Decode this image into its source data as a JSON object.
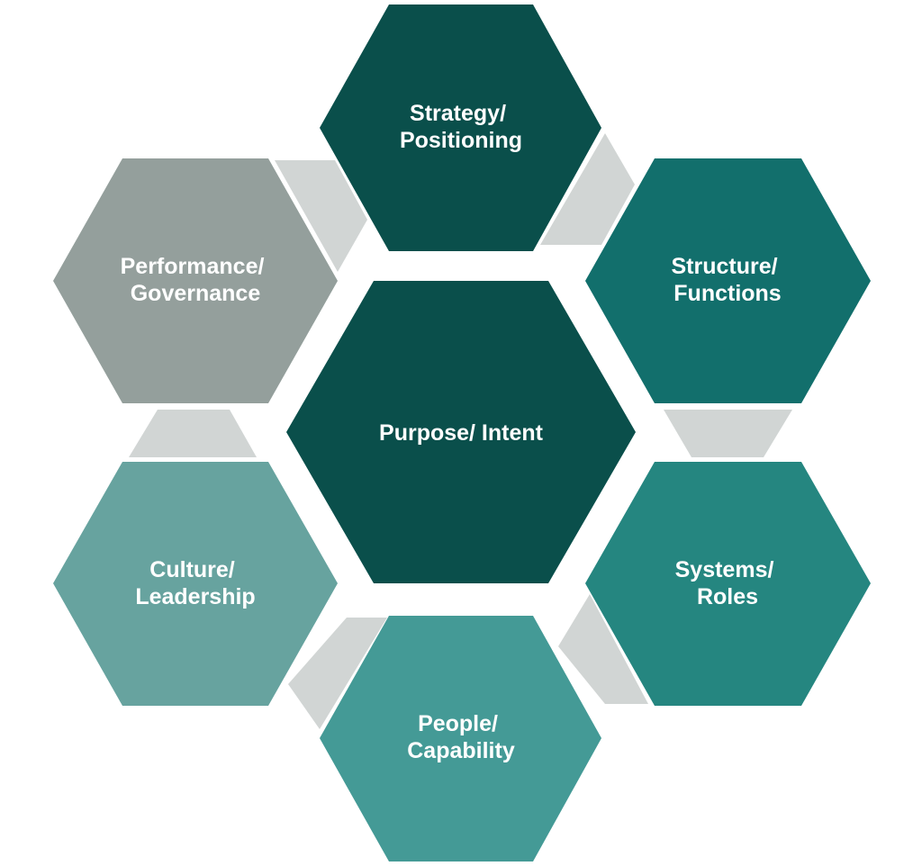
{
  "center": {
    "lines": [
      "Purpose/ Intent"
    ],
    "color": "#0a4f4b"
  },
  "nodes": [
    {
      "id": "strategy",
      "lines": [
        "Strategy/",
        "Positioning"
      ],
      "color": "#0a4f4b"
    },
    {
      "id": "structure",
      "lines": [
        "Structure/",
        "Functions"
      ],
      "color": "#126f6c"
    },
    {
      "id": "systems",
      "lines": [
        "Systems/",
        "Roles"
      ],
      "color": "#258680"
    },
    {
      "id": "people",
      "lines": [
        "People/",
        "Capability"
      ],
      "color": "#449a96"
    },
    {
      "id": "culture",
      "lines": [
        "Culture/",
        "Leadership"
      ],
      "color": "#67a39f"
    },
    {
      "id": "performance",
      "lines": [
        "Performance/",
        "Governance"
      ],
      "color": "#949f9c"
    }
  ],
  "connector_color": "#d1d5d4"
}
